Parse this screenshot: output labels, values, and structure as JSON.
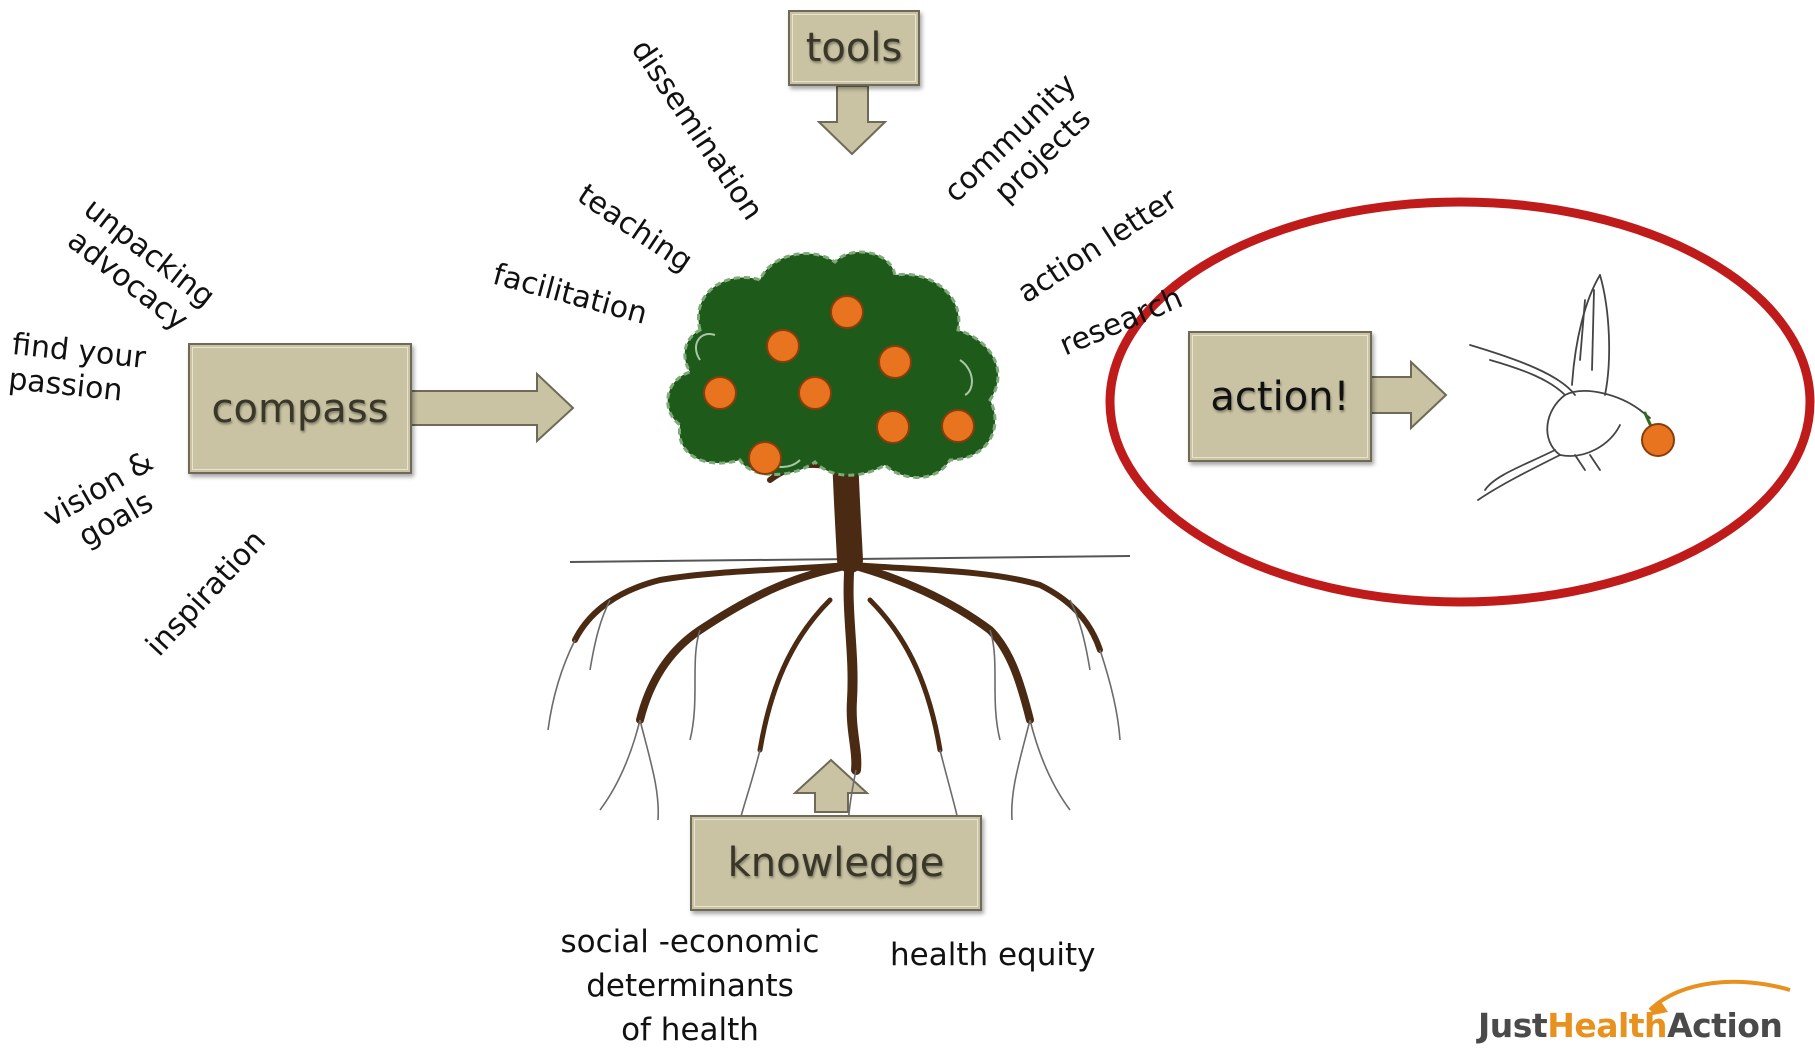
{
  "boxes": {
    "tools": "tools",
    "compass": "compass",
    "knowledge": "knowledge",
    "action": "action!"
  },
  "tools_words": {
    "dissemination": "dissemination",
    "teaching": "teaching",
    "facilitation": "facilitation",
    "community_projects": [
      "community",
      "projects"
    ],
    "action_letter": "action letter",
    "research": "research"
  },
  "compass_words": {
    "unpacking_advocacy": [
      "unpacking",
      "advocacy"
    ],
    "find_your_passion": [
      "find your",
      "passion"
    ],
    "vision_goals": [
      "vision &",
      "goals"
    ],
    "inspiration": "inspiration"
  },
  "knowledge_words": {
    "social_economic": [
      "social -economic",
      "determinants",
      "of health"
    ],
    "health_equity": "health equity"
  },
  "logo": {
    "just": "Just",
    "health": "Health",
    "action": "Action"
  },
  "colors": {
    "box_fill": "#c9c3a4",
    "box_text": "#3a3628",
    "foliage": "#1e5a1a",
    "fruit": "#e8741f",
    "trunk": "#4a2a12",
    "highlight_ring": "#c01b1b",
    "logo_dark": "#4a4a4a",
    "logo_accent": "#e8911f"
  }
}
